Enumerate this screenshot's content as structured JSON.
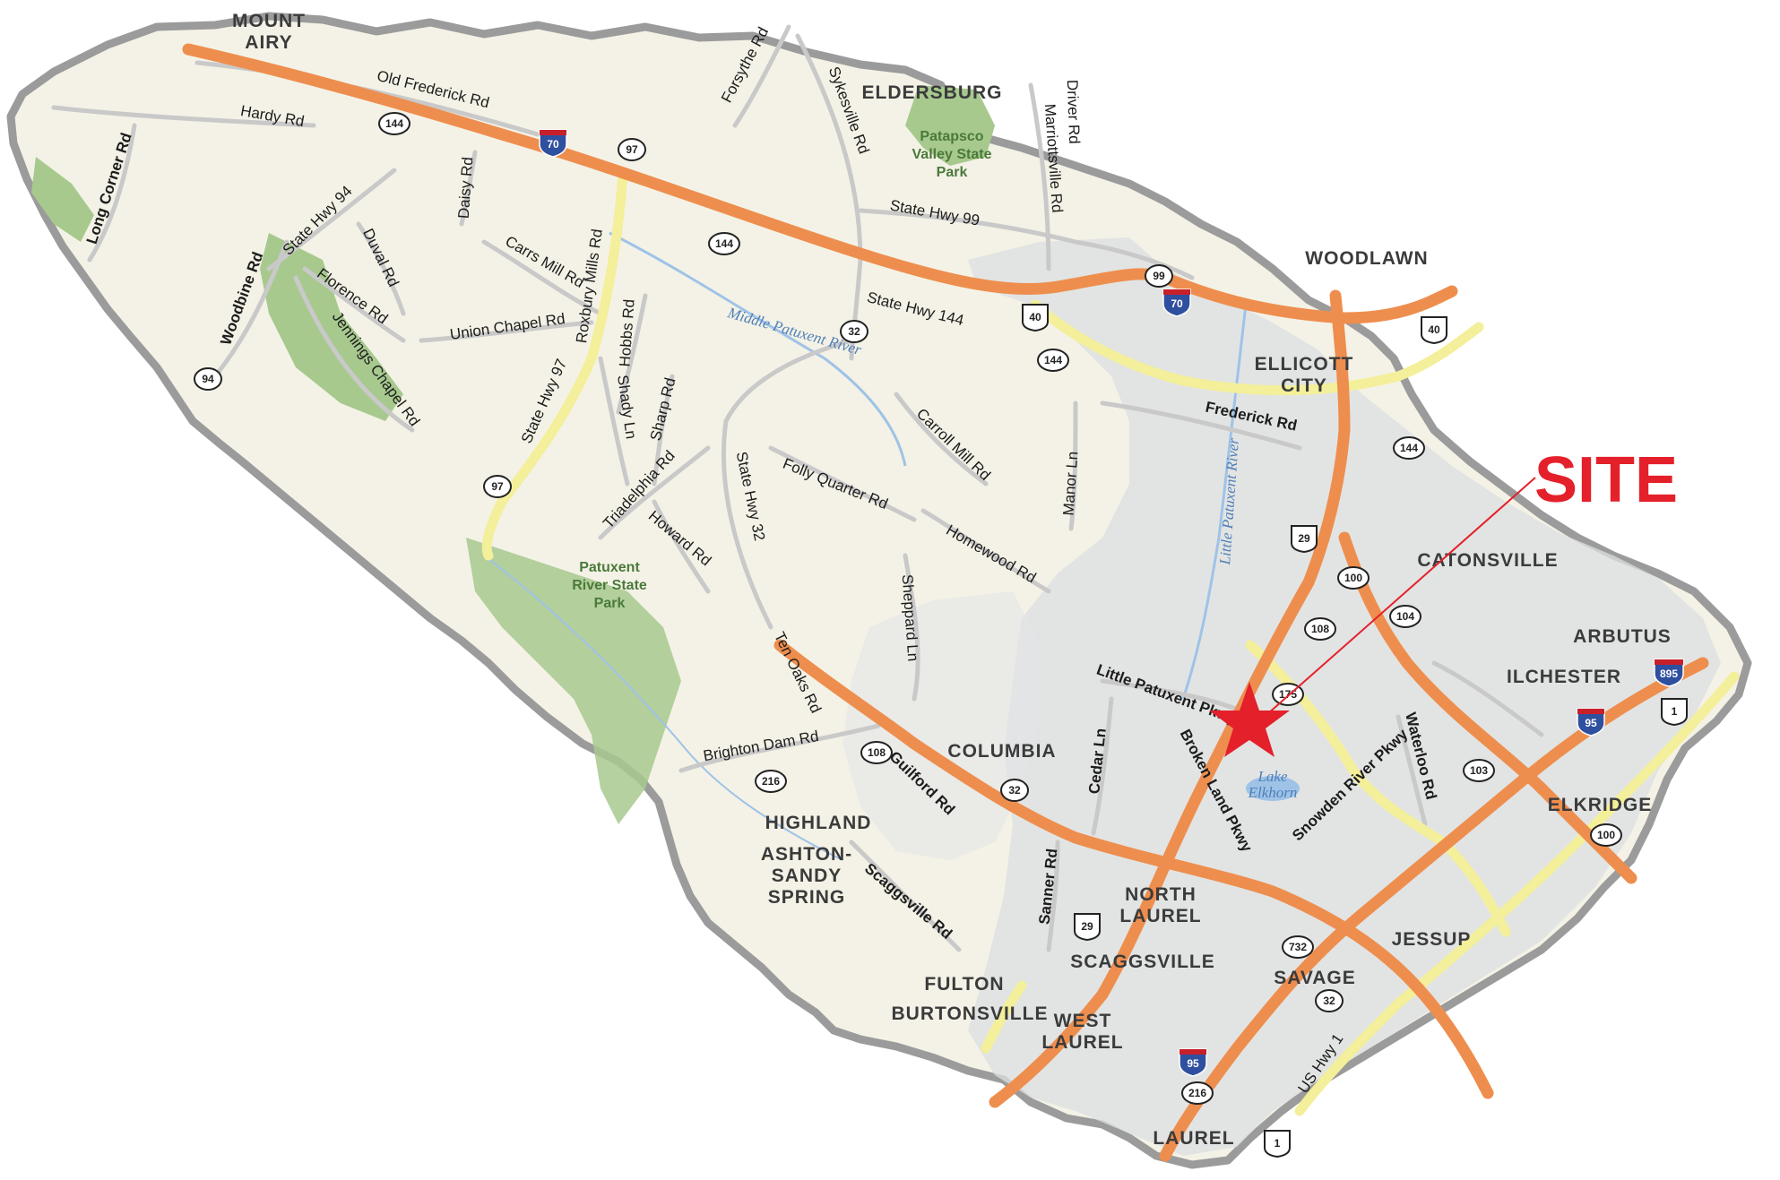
{
  "colors": {
    "county_fill": "#f4f2e6",
    "county_border": "#9b9b9b",
    "urban_fill": "#dcdfe2",
    "park_fill": "#a7c98e",
    "interstate": "#ee8e4e",
    "primary_highway": "#f3ef9a",
    "secondary_road": "#c9c9c9",
    "water": "#9fc3e7",
    "site_accent": "#e4202a"
  },
  "site_marker": {
    "label": "SITE",
    "icon": "star-icon"
  },
  "towns": [
    {
      "name": "MOUNT",
      "name2": "AIRY"
    },
    {
      "name": "ELDERSBURG"
    },
    {
      "name": "WOODLAWN"
    },
    {
      "name": "ELLICOTT",
      "name2": "CITY"
    },
    {
      "name": "CATONSVILLE"
    },
    {
      "name": "ARBUTUS"
    },
    {
      "name": "ILCHESTER"
    },
    {
      "name": "ELKRIDGE"
    },
    {
      "name": "COLUMBIA"
    },
    {
      "name": "HIGHLAND"
    },
    {
      "name": "ASHTON-",
      "name2": "SANDY",
      "name3": "SPRING"
    },
    {
      "name": "NORTH",
      "name2": "LAUREL"
    },
    {
      "name": "SCAGGSVILLE"
    },
    {
      "name": "JESSUP"
    },
    {
      "name": "SAVAGE"
    },
    {
      "name": "FULTON"
    },
    {
      "name": "BURTONSVILLE"
    },
    {
      "name": "WEST",
      "name2": "LAUREL"
    },
    {
      "name": "LAUREL"
    }
  ],
  "parks": [
    {
      "line1": "Patapsco",
      "line2": "Valley State",
      "line3": "Park"
    },
    {
      "line1": "Patuxent",
      "line2": "River State",
      "line3": "Park"
    }
  ],
  "water_labels": {
    "middle_patuxent": "Middle Patuxent River",
    "little_patuxent": "Little Patuxent River",
    "lake_1": "Lake",
    "lake_2": "Elkhorn"
  },
  "roads": {
    "old_frederick": "Old Frederick Rd",
    "hardy": "Hardy Rd",
    "long_corner": "Long Corner Rd",
    "forsythe": "Forsythe Rd",
    "sykesville": "Sykesville Rd",
    "marriottsville": "Marriottsville Rd",
    "driver": "Driver Rd",
    "state_hwy_99": "State Hwy 99",
    "daisy": "Daisy Rd",
    "state_hwy_94": "State Hwy 94",
    "woodbine": "Woodbine Rd",
    "duval": "Duval Rd",
    "carrs_mill": "Carrs Mill Rd",
    "florence": "Florence Rd",
    "jennings_chapel": "Jennings Chapel Rd",
    "union_chapel": "Union Chapel Rd",
    "roxbury_mills": "Roxbury Mills Rd",
    "state_hwy_97": "State Hwy 97",
    "hobbs": "Hobbs Rd",
    "shady": "Shady Ln",
    "sharp": "Sharp Rd",
    "triadelphia": "Triadelphia Rd",
    "howard": "Howard Rd",
    "state_hwy_144": "State Hwy 144",
    "state_hwy_32": "State Hwy 32",
    "folly_quarter": "Folly Quarter Rd",
    "carroll_mill": "Carroll Mill Rd",
    "homewood": "Homewood Rd",
    "manor": "Manor Ln",
    "frederick": "Frederick Rd",
    "sheppard": "Sheppard Ln",
    "ten_oaks": "Ten Oaks Rd",
    "brighton_dam": "Brighton Dam Rd",
    "guilford": "Guilford Rd",
    "scaggsville": "Scaggsville Rd",
    "sanner": "Sanner Rd",
    "cedar": "Cedar Ln",
    "little_patuxent_pkwy": "Little Patuxent Pkwy",
    "broken_land": "Broken Land Pkwy",
    "snowden_river": "Snowden River Pkwy",
    "waterloo": "Waterloo Rd",
    "us_hwy_1": "US Hwy 1"
  },
  "shields": [
    {
      "type": "interstate",
      "num": "70"
    },
    {
      "type": "interstate",
      "num": "70"
    },
    {
      "type": "interstate",
      "num": "95"
    },
    {
      "type": "interstate",
      "num": "95"
    },
    {
      "type": "interstate",
      "num": "895"
    },
    {
      "type": "us",
      "num": "40"
    },
    {
      "type": "us",
      "num": "40"
    },
    {
      "type": "us",
      "num": "29"
    },
    {
      "type": "us",
      "num": "29"
    },
    {
      "type": "us",
      "num": "1"
    },
    {
      "type": "us",
      "num": "1"
    },
    {
      "type": "state",
      "num": "144"
    },
    {
      "type": "state",
      "num": "144"
    },
    {
      "type": "state",
      "num": "144"
    },
    {
      "type": "state",
      "num": "144"
    },
    {
      "type": "state",
      "num": "97"
    },
    {
      "type": "state",
      "num": "97"
    },
    {
      "type": "state",
      "num": "94"
    },
    {
      "type": "state",
      "num": "99"
    },
    {
      "type": "state",
      "num": "32"
    },
    {
      "type": "state",
      "num": "32"
    },
    {
      "type": "state",
      "num": "32"
    },
    {
      "type": "state",
      "num": "100"
    },
    {
      "type": "state",
      "num": "100"
    },
    {
      "type": "state",
      "num": "104"
    },
    {
      "type": "state",
      "num": "108"
    },
    {
      "type": "state",
      "num": "108"
    },
    {
      "type": "state",
      "num": "175"
    },
    {
      "type": "state",
      "num": "103"
    },
    {
      "type": "state",
      "num": "216"
    },
    {
      "type": "state",
      "num": "216"
    },
    {
      "type": "state",
      "num": "732"
    }
  ]
}
